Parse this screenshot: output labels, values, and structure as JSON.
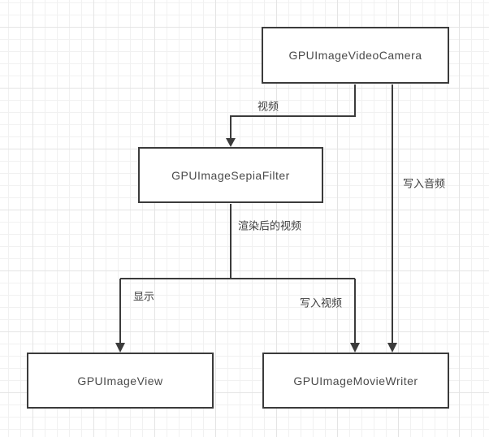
{
  "diagram": {
    "nodes": [
      {
        "id": "camera",
        "label": "GPUImageVideoCamera"
      },
      {
        "id": "sepia",
        "label": "GPUImageSepiaFilter"
      },
      {
        "id": "view",
        "label": "GPUImageView"
      },
      {
        "id": "writer",
        "label": "GPUImageMovieWriter"
      }
    ],
    "edge_labels": [
      {
        "id": "video",
        "text": "视频"
      },
      {
        "id": "write-audio",
        "text": "写入音频"
      },
      {
        "id": "rendered-video",
        "text": "渲染后的视频"
      },
      {
        "id": "display",
        "text": "显示"
      },
      {
        "id": "write-video",
        "text": "写入视频"
      }
    ],
    "colors": {
      "stroke": "#3b3b3b",
      "node_fill": "#ffffff",
      "node_text": "#4a4a4a",
      "label_text": "#3d3d3d",
      "grid_minor": "#f1f1f1",
      "grid_major": "#e4e4e4",
      "background": "#ffffff"
    }
  }
}
